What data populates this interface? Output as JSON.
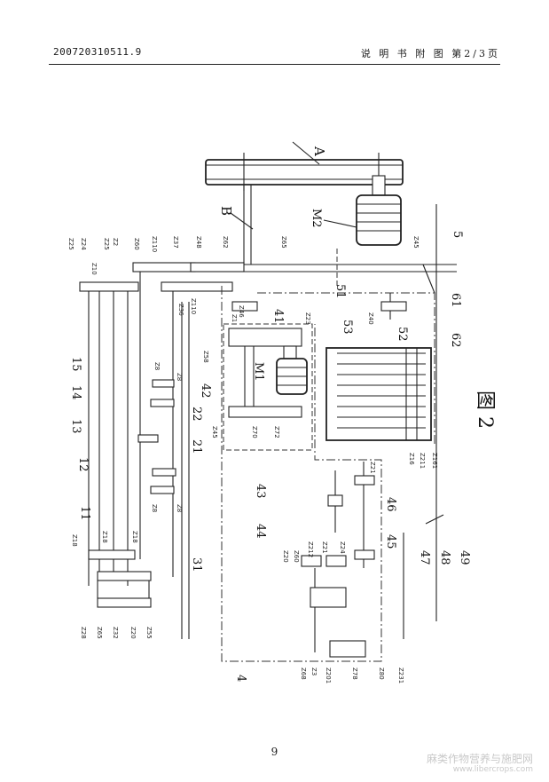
{
  "header": {
    "application_no": "200720310511.9",
    "title_and_page": "说 明 书 附 图 第2/3页"
  },
  "figure": {
    "caption": "图 2",
    "reference_numerals": [
      "A",
      "B",
      "M1",
      "M2",
      "4",
      "5",
      "11",
      "12",
      "13",
      "14",
      "15",
      "21",
      "22",
      "31",
      "41",
      "42",
      "43",
      "44",
      "45",
      "46",
      "47",
      "48",
      "49",
      "51",
      "52",
      "53",
      "61",
      "62"
    ],
    "gear_labels": [
      "Z25",
      "Z24",
      "Z25",
      "Z2",
      "Z60",
      "Z110",
      "Z37",
      "Z48",
      "Z62",
      "Z65",
      "Z45",
      "Z10",
      "Z36",
      "Z110",
      "Z1",
      "Z46",
      "Z23",
      "Z40",
      "Z58",
      "Z70",
      "Z72",
      "Z45",
      "Z18",
      "Z18",
      "Z18",
      "Z8",
      "Z8",
      "Z8",
      "Z8",
      "Z28",
      "Z65",
      "Z32",
      "Z20",
      "Z55",
      "Z20",
      "Z60",
      "Z212",
      "Z21",
      "Z24",
      "Z21",
      "Z16",
      "Z211",
      "Z161",
      "Z68",
      "Z3",
      "Z201",
      "Z78",
      "Z80",
      "Z231"
    ]
  },
  "page_number": "9",
  "watermark": {
    "site_name": "麻类作物营养与施肥网",
    "url": "www.libercrops.com"
  }
}
